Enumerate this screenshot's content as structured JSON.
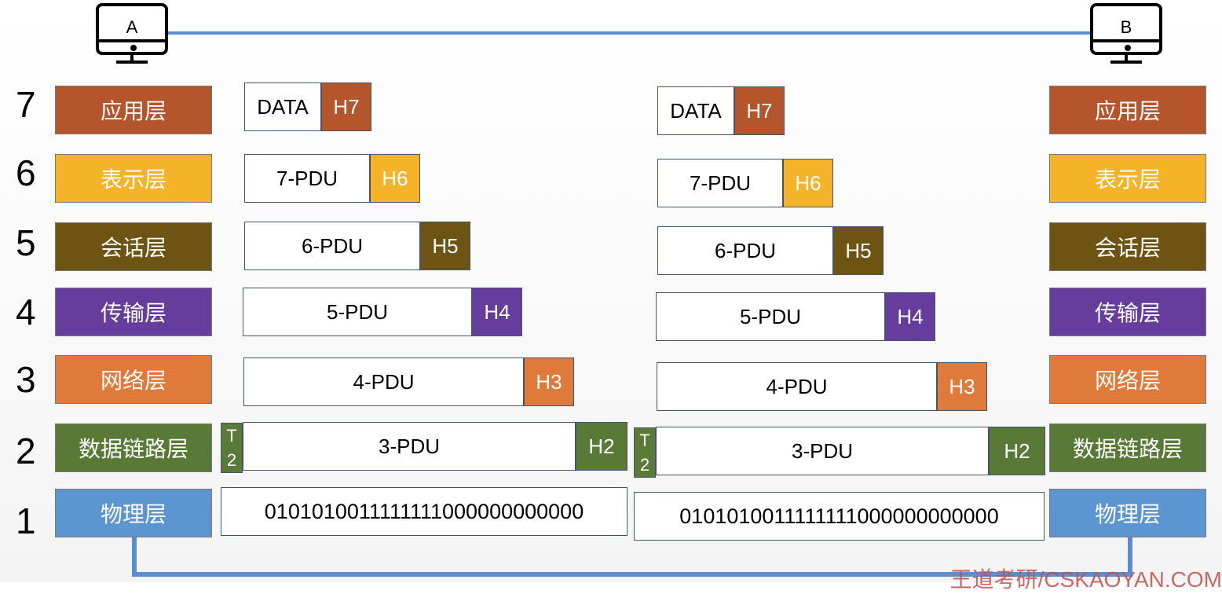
{
  "hosts": {
    "left": "A",
    "right": "B"
  },
  "layers": [
    {
      "num": "7",
      "name": "应用层",
      "color": "#b5552b",
      "pdu": "DATA",
      "header": "H7"
    },
    {
      "num": "6",
      "name": "表示层",
      "color": "#f5b32a",
      "pdu": "7-PDU",
      "header": "H6"
    },
    {
      "num": "5",
      "name": "会话层",
      "color": "#6d5413",
      "pdu": "6-PDU",
      "header": "H5"
    },
    {
      "num": "4",
      "name": "传输层",
      "color": "#663d9c",
      "pdu": "5-PDU",
      "header": "H4"
    },
    {
      "num": "3",
      "name": "网络层",
      "color": "#e07a3a",
      "pdu": "4-PDU",
      "header": "H3"
    },
    {
      "num": "2",
      "name": "数据链路层",
      "color": "#587a36",
      "pdu": "3-PDU",
      "header": "H2",
      "trailer": [
        "T",
        "2"
      ]
    },
    {
      "num": "1",
      "name": "物理层",
      "color": "#5b96d2",
      "bits": "0101010011111111000000000000"
    }
  ],
  "watermark": "王道考研/CSKAOYAN.COM"
}
